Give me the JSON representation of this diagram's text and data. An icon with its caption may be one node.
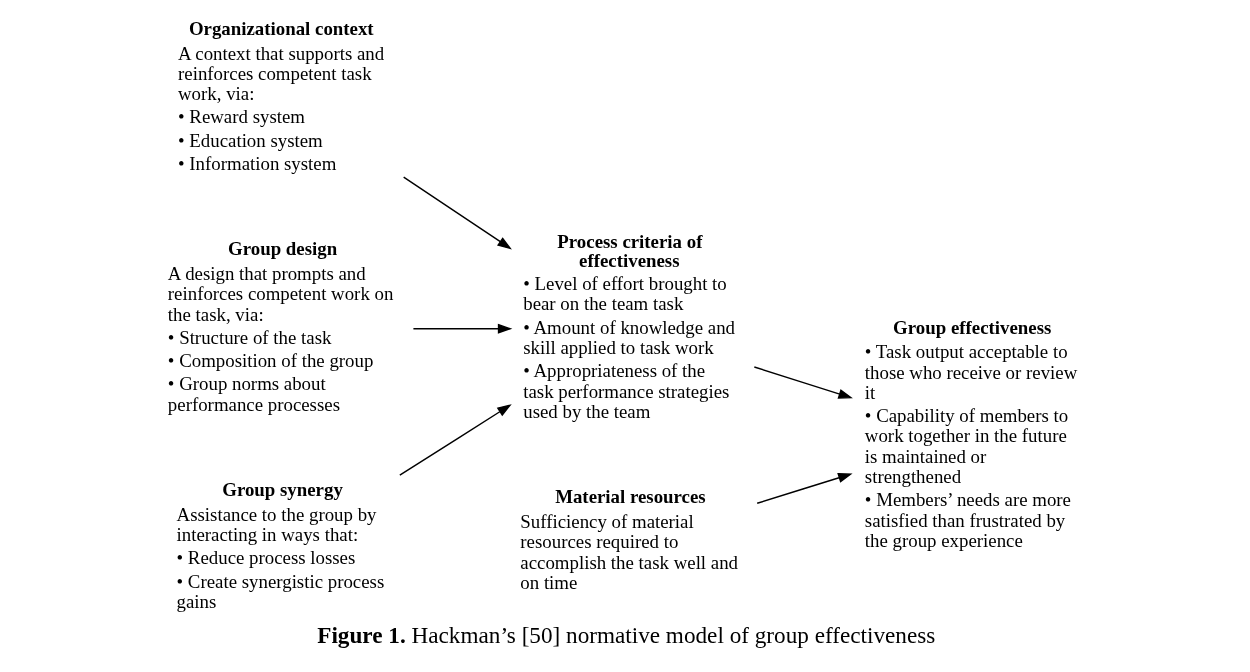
{
  "diagram": {
    "caption": "**Figure 1.** Hackman’s [50] normative model of group effectiveness",
    "nodes": [
      {
        "text": [
          "Organizational context",
          "A context that supports and reinforces competent task work, via:",
          "• Reward system",
          "• Education system",
          "• Information system"
        ]
      },
      {
        "text": [
          "Group design",
          "A design that prompts and reinforces competent work on the task, via:",
          "• Structure of the task",
          "• Composition of the group",
          "• Group norms about performance processes"
        ]
      },
      {
        "text": [
          "Process criteria of effectiveness",
          "• Level of effort brought to bear on the team task",
          "• Amount of knowledge and skill applied to task work",
          "• Appropriateness of the task performance strategies used by the team"
        ]
      },
      {
        "text": [
          "Group effectiveness",
          "• Task output acceptable to those who receive or review it",
          "• Capability of members to work together in the future is maintained or strengthened",
          "• Members’ needs are more satisfied than frustrated by the group experience"
        ]
      },
      {
        "text": [
          "Group synergy",
          "Assistance to the group by interacting in ways that:",
          "• Reduce process losses",
          "• Create synergistic process gains"
        ]
      },
      {
        "text": [
          "Material resources",
          "Sufficiency of material resources required to accomplish the task well and on time"
        ]
      }
    ],
    "edges": [
      {
        "from": 0,
        "to": 2,
        "arrow": "to"
      },
      {
        "from": 1,
        "to": 2,
        "arrow": "to"
      },
      {
        "from": 2,
        "to": 3,
        "arrow": "to"
      },
      {
        "from": 4,
        "to": 2,
        "arrow": "to"
      },
      {
        "from": 5,
        "to": 3,
        "arrow": "to"
      }
    ]
  }
}
